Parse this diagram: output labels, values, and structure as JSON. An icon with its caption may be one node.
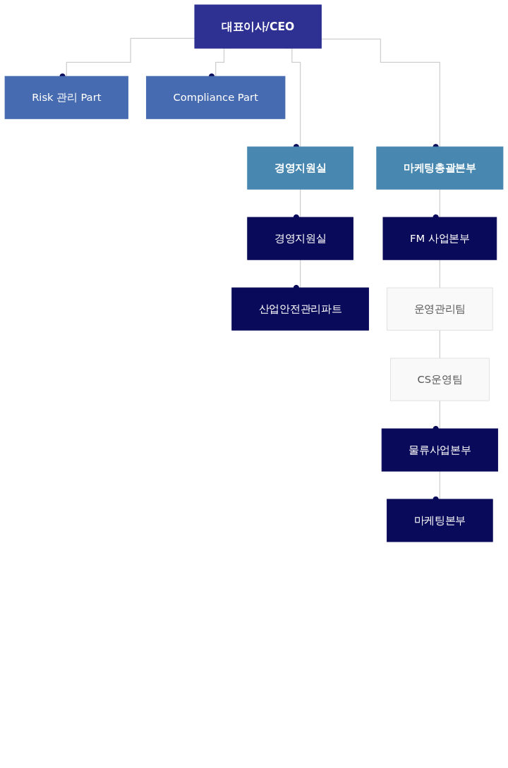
{
  "diagram": {
    "nodes": [
      {
        "text": [
          "대표이사/CEO"
        ]
      },
      {
        "text": [
          "Risk 관리 Part"
        ]
      },
      {
        "text": [
          "Compliance Part"
        ]
      },
      {
        "text": [
          "경영지원실"
        ]
      },
      {
        "text": [
          "마케팅총괄본부"
        ]
      },
      {
        "text": [
          "경영지원실"
        ]
      },
      {
        "text": [
          "산업안전관리파트"
        ]
      },
      {
        "text": [
          "FM 사업본부"
        ]
      },
      {
        "text": [
          "운영관리팀"
        ]
      },
      {
        "text": [
          "CS운영팀"
        ]
      },
      {
        "text": [
          "물류사업본부"
        ]
      },
      {
        "text": [
          "마케팅본부"
        ]
      }
    ],
    "edges": [
      {
        "from": 0,
        "to": 1,
        "arrow": "other"
      },
      {
        "from": 0,
        "to": 2,
        "arrow": "other"
      },
      {
        "from": 0,
        "to": 3,
        "arrow": "other"
      },
      {
        "from": 0,
        "to": 4,
        "arrow": "other"
      },
      {
        "from": 3,
        "to": 5,
        "arrow": "other"
      },
      {
        "from": 5,
        "to": 6,
        "arrow": "other"
      },
      {
        "from": 4,
        "to": 7,
        "arrow": "other"
      },
      {
        "from": 7,
        "to": 8,
        "arrow": "none"
      },
      {
        "from": 8,
        "to": 9,
        "arrow": "none"
      },
      {
        "from": 9,
        "to": 10,
        "arrow": "other"
      },
      {
        "from": 10,
        "to": 11,
        "arrow": "other"
      }
    ]
  }
}
